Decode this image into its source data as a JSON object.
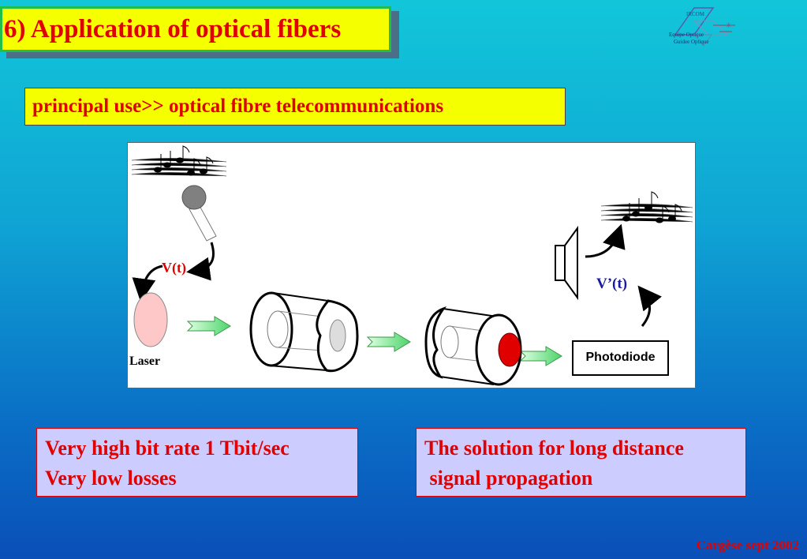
{
  "slide": {
    "title": "6) Application of optical fibers",
    "subtitle": "principal use>> optical fibre telecommunications",
    "logo": {
      "text_top": "IRCOM",
      "text_line1": "Equipe Optique",
      "text_line2": "Guidee Optique"
    }
  },
  "diagram": {
    "input_signal_label": "V(t)",
    "output_signal_label": "V’(t)",
    "laser_label": "Laser",
    "photodiode_label": "Photodiode"
  },
  "boxes": {
    "left": {
      "line1": "Very high bit rate 1 Tbit/sec",
      "line2": "Very low losses"
    },
    "right": {
      "line1": "The solution for long distance",
      "line2": " signal propagation"
    }
  },
  "footer": {
    "text": "Cargèse sept 2002"
  },
  "colors": {
    "title_bg": "#f6ff00",
    "title_text": "#e00000",
    "box_bg": "#ccccff",
    "core_red": "#e00000"
  }
}
